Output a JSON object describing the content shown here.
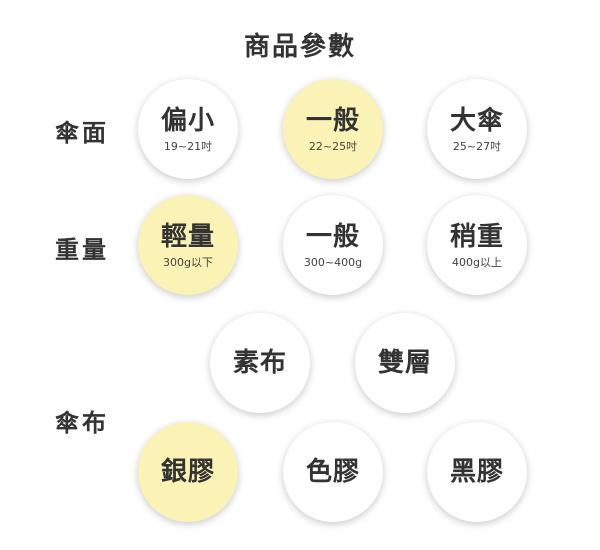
{
  "title": "商品參數",
  "rows": [
    {
      "label": "傘面",
      "items": [
        {
          "main": "偏小",
          "sub": "19~21吋",
          "highlighted": false
        },
        {
          "main": "一般",
          "sub": "22~25吋",
          "highlighted": true
        },
        {
          "main": "大傘",
          "sub": "25~27吋",
          "highlighted": false
        }
      ]
    },
    {
      "label": "重量",
      "items": [
        {
          "main": "輕量",
          "sub": "300g以下",
          "highlighted": true
        },
        {
          "main": "一般",
          "sub": "300~400g",
          "highlighted": false
        },
        {
          "main": "稍重",
          "sub": "400g以上",
          "highlighted": false
        }
      ]
    },
    {
      "label": "傘布",
      "items": [
        {
          "main": "素布",
          "highlighted": false
        },
        {
          "main": "雙層",
          "highlighted": false
        },
        {
          "main": "銀膠",
          "highlighted": true
        },
        {
          "main": "色膠",
          "highlighted": false
        },
        {
          "main": "黑膠",
          "highlighted": false
        }
      ]
    }
  ],
  "colors": {
    "highlight": "#fbf3b5",
    "circle": "#ffffff",
    "text": "#333333"
  }
}
